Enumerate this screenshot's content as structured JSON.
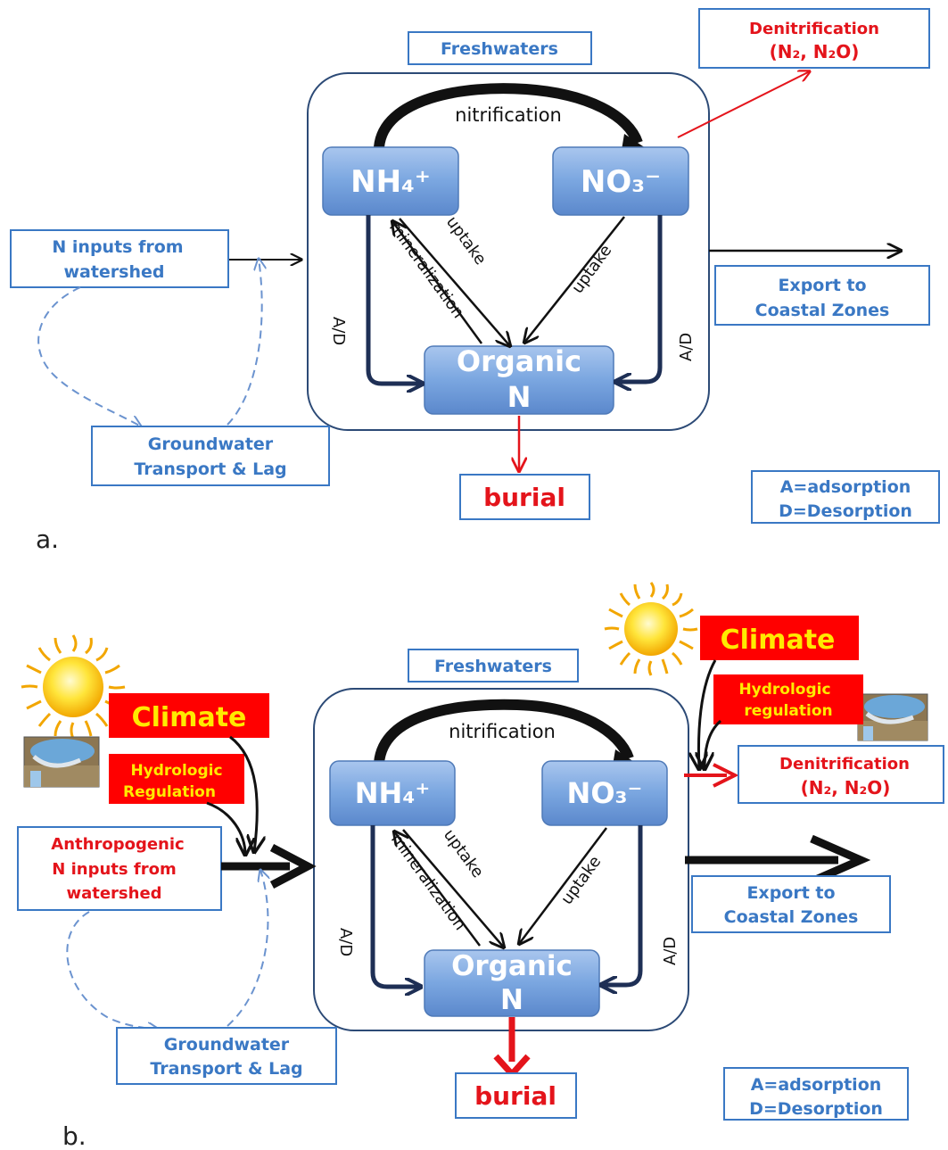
{
  "panel_a": {
    "letter": "a.",
    "freshwaters": "Freshwaters",
    "denitrification_line1": "Denitrification",
    "denitrification_line2": "(N₂, N₂O)",
    "inputs_line1": "N inputs from",
    "inputs_line2": "watershed",
    "groundwater_line1": "Groundwater",
    "groundwater_line2": "Transport & Lag",
    "export_line1": "Export to",
    "export_line2": "Coastal Zones",
    "burial": "burial",
    "legend_a": "A=adsorption",
    "legend_d": "D=Desorption",
    "nitrification": "nitrification",
    "nh4": "NH₄⁺",
    "no3": "NO₃⁻",
    "organic_line1": "Organic",
    "organic_line2": "N",
    "uptake_1": "uptake",
    "uptake_2": "uptake",
    "mineralization": "mineralization",
    "ad_left": "A/D",
    "ad_right": "A/D"
  },
  "panel_b": {
    "letter": "b.",
    "freshwaters": "Freshwaters",
    "climate_left": "Climate",
    "climate_right": "Climate",
    "hydro_left_line1": "Hydrologic",
    "hydro_left_line2": "Regulation",
    "hydro_right_line1": "Hydrologic",
    "hydro_right_line2": "regulation",
    "inputs_line1": "Anthropogenic",
    "inputs_line2": "N inputs from",
    "inputs_line3": "watershed",
    "denitrification_line1": "Denitrification",
    "denitrification_line2": "(N₂, N₂O)",
    "groundwater_line1": "Groundwater",
    "groundwater_line2": "Transport & Lag",
    "export_line1": "Export to",
    "export_line2": "Coastal Zones",
    "burial": "burial",
    "legend_a": "A=adsorption",
    "legend_d": "D=Desorption",
    "nitrification": "nitrification",
    "nh4": "NH₄⁺",
    "no3": "NO₃⁻",
    "organic_line1": "Organic",
    "organic_line2": "N",
    "uptake_1": "uptake",
    "uptake_2": "uptake",
    "mineralization": "mineralization",
    "ad_left": "A/D",
    "ad_right": "A/D"
  },
  "colors": {
    "blue_text": "#3a78c4",
    "red_text": "#e4141b",
    "node_fill": "#7aa6e0",
    "climate_bg": "#ff0000",
    "climate_text": "#ffea00"
  }
}
